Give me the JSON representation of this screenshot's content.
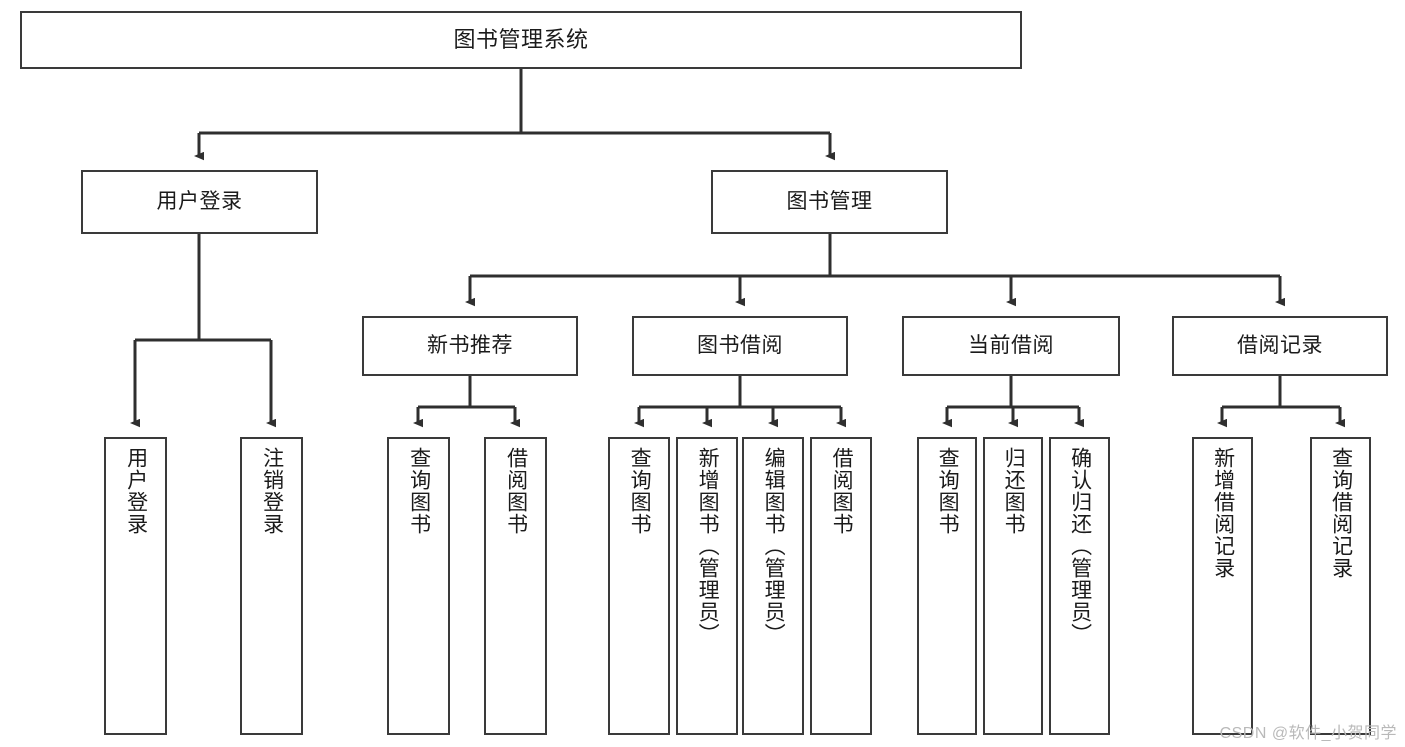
{
  "diagram": {
    "title": "图书管理系统",
    "type": "hierarchy-tree",
    "levels": 4,
    "colors": {
      "box_border": "#3a3a3a",
      "box_fill": "#ffffff",
      "connector": "#2f2f2f",
      "text": "#1b1b1b",
      "watermark": "#b9b9b9",
      "background": "#ffffff"
    }
  },
  "root": {
    "label": "图书管理系统"
  },
  "level2": [
    {
      "id": "user-login",
      "label": "用户登录"
    },
    {
      "id": "book-management",
      "label": "图书管理"
    }
  ],
  "level3": [
    {
      "id": "new-book-recommend",
      "label": "新书推荐",
      "parent": "book-management"
    },
    {
      "id": "book-borrow",
      "label": "图书借阅",
      "parent": "book-management"
    },
    {
      "id": "current-borrow",
      "label": "当前借阅",
      "parent": "book-management"
    },
    {
      "id": "borrow-record",
      "label": "借阅记录",
      "parent": "book-management"
    }
  ],
  "leaves": {
    "user_login": [
      {
        "id": "leaf-user-login",
        "label": "用户登录"
      },
      {
        "id": "leaf-logout-login",
        "label": "注销登录"
      }
    ],
    "new_book_recommend": [
      {
        "id": "leaf-query-book-1",
        "label": "查询图书"
      },
      {
        "id": "leaf-borrow-book-1",
        "label": "借阅图书"
      }
    ],
    "book_borrow": [
      {
        "id": "leaf-query-book-2",
        "label": "查询图书"
      },
      {
        "id": "leaf-add-book",
        "label": "新增图书（管理员）"
      },
      {
        "id": "leaf-edit-book",
        "label": "编辑图书（管理员）"
      },
      {
        "id": "leaf-borrow-book-2",
        "label": "借阅图书"
      }
    ],
    "current_borrow": [
      {
        "id": "leaf-query-book-3",
        "label": "查询图书"
      },
      {
        "id": "leaf-return-book",
        "label": "归还图书"
      },
      {
        "id": "leaf-confirm-return",
        "label": "确认归还（管理员）"
      }
    ],
    "borrow_record": [
      {
        "id": "leaf-add-record",
        "label": "新增借阅记录"
      },
      {
        "id": "leaf-query-record",
        "label": "查询借阅记录"
      }
    ]
  },
  "watermark": {
    "text": "CSDN @软件_小贺同学"
  }
}
